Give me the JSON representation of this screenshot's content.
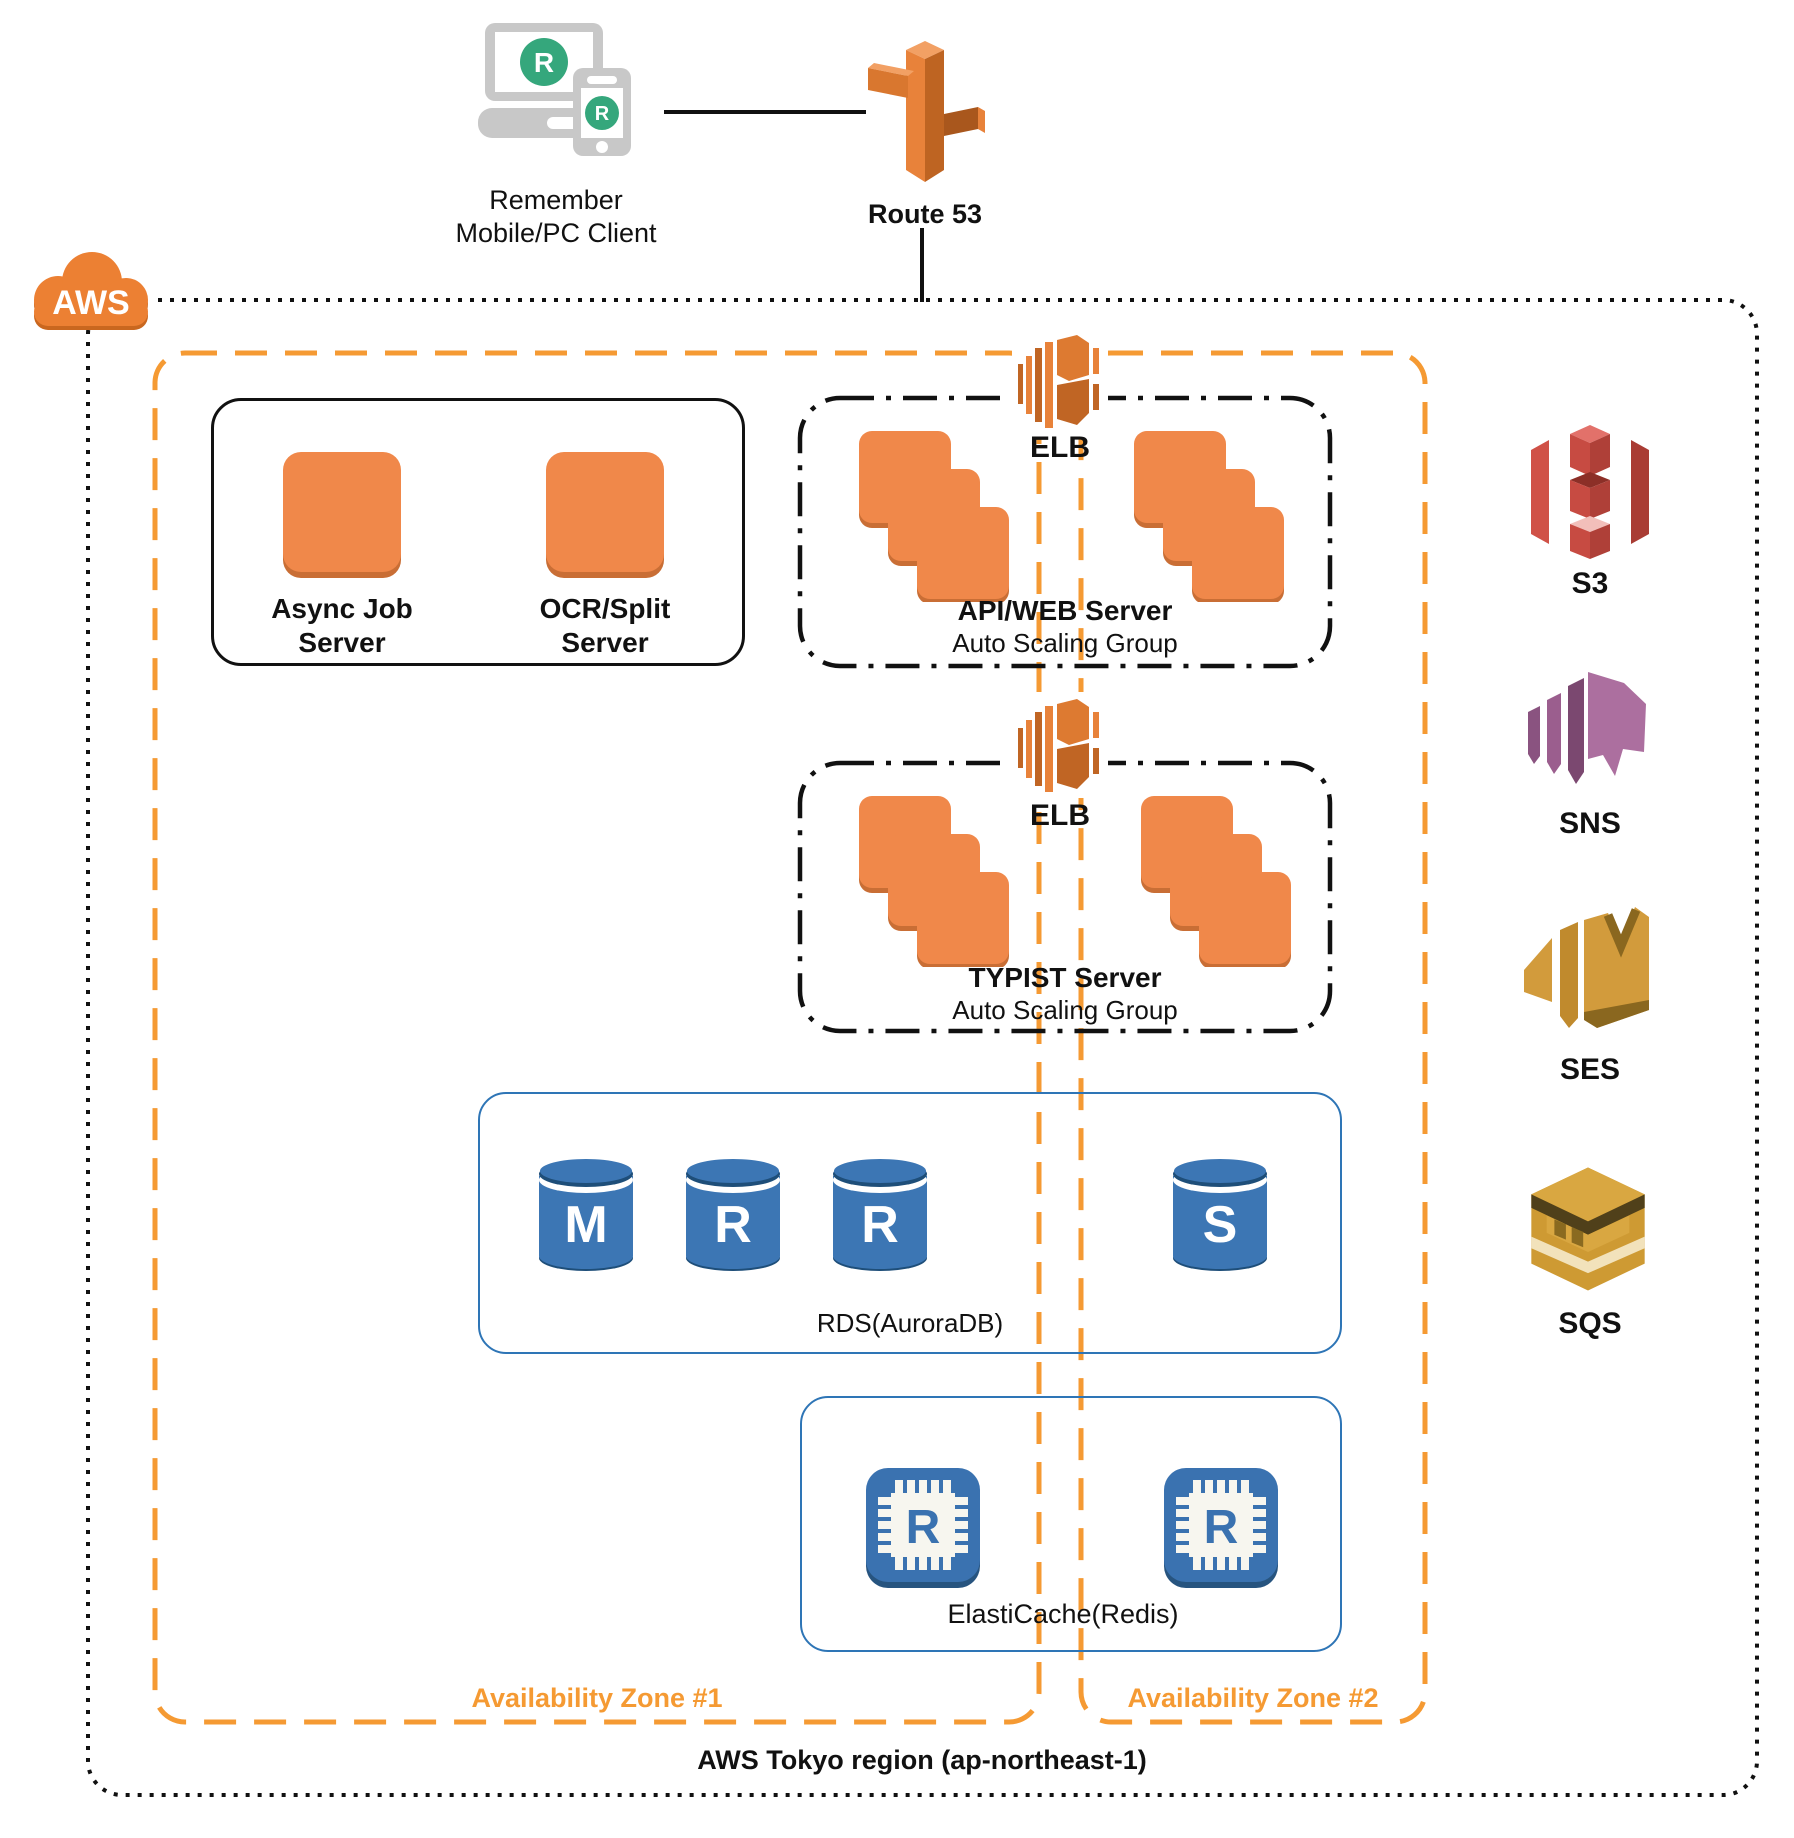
{
  "diagram": {
    "client": {
      "line1": "Remember",
      "line2": "Mobile/PC Client",
      "logo_letter": "R"
    },
    "route53": {
      "label": "Route 53"
    },
    "cloud": {
      "label": "AWS"
    },
    "region": {
      "label": "AWS Tokyo region (ap-northeast-1)"
    },
    "availability_zones": [
      {
        "label": "Availability Zone #1"
      },
      {
        "label": "Availability Zone #2"
      }
    ],
    "standalone_servers": [
      {
        "line1": "Async Job",
        "line2": "Server"
      },
      {
        "line1": "OCR/Split",
        "line2": "Server"
      }
    ],
    "load_balancers": [
      {
        "label": "ELB"
      },
      {
        "label": "ELB"
      }
    ],
    "auto_scaling_groups": [
      {
        "title": "API/WEB Server",
        "subtitle": "Auto Scaling Group"
      },
      {
        "title": "TYPIST Server",
        "subtitle": "Auto Scaling Group"
      }
    ],
    "rds": {
      "label": "RDS(AuroraDB)",
      "nodes": [
        "M",
        "R",
        "R",
        "S"
      ]
    },
    "elasticache": {
      "label": "ElastiCache(Redis)",
      "nodes": [
        "R",
        "R"
      ]
    },
    "services": [
      {
        "name": "S3",
        "icon": "s3-icon"
      },
      {
        "name": "SNS",
        "icon": "sns-icon"
      },
      {
        "name": "SES",
        "icon": "ses-icon"
      },
      {
        "name": "SQS",
        "icon": "sqs-icon"
      }
    ]
  },
  "colors": {
    "aws_cloud_orange": "#EC8033",
    "ec2_orange": "#F0884A",
    "ec2_shadow": "#C96E35",
    "az_orange": "#F59A33",
    "db_blue": "#3C76B4",
    "db_rim_blue": "#1E4E79",
    "db_border_blue": "#2E75B6",
    "s3_red": "#D05147",
    "sns_purple": "#AC6F9F",
    "ses_gold": "#D29B3C",
    "sqs_gold": "#CE9A33",
    "client_green": "#35A77C",
    "border_black": "#111111"
  }
}
